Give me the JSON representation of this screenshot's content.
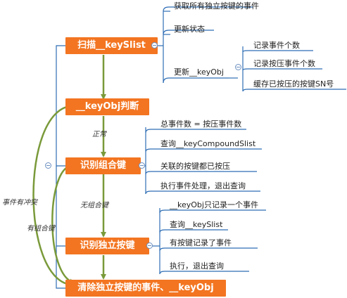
{
  "colors": {
    "node": "#F37521",
    "link": "#2E6DB4",
    "flow": "#7A9A3A",
    "text": "#222222",
    "toggle": "#6b8fc0"
  },
  "nodes": {
    "scan": "扫描__keySlist",
    "judge": "__keyObj判断",
    "combo": "识别组合键",
    "single": "识别独立按键",
    "clear": "清除独立按键的事件、__keyObj"
  },
  "scan_children": {
    "get_events": "获取所有独立按键的事件",
    "update_state": "更新状态",
    "update_obj": "更新__keyObj"
  },
  "update_obj_children": {
    "record_count": "记录事件个数",
    "record_press": "记录按压事件个数",
    "cache_sn": "缓存已按压的按键SN号"
  },
  "combo_children": {
    "total": "总事件数 = 按压事件数",
    "query_compound": "查询__keyCompoundSlist",
    "related_pressed": "关联的按键都已按压",
    "exec_exit": "执行事件处理，退出查询"
  },
  "single_children": {
    "only_one": "__keyObj只记录一个事件",
    "query_slist": "查询__keySlist",
    "has_recorded": "有按键记录了事件",
    "exec_exit2": "执行，退出查询"
  },
  "edge_labels": {
    "normal": "正常",
    "no_combo": "无组合键",
    "conflict": "事件有冲突",
    "has_combo": "有组合键"
  }
}
